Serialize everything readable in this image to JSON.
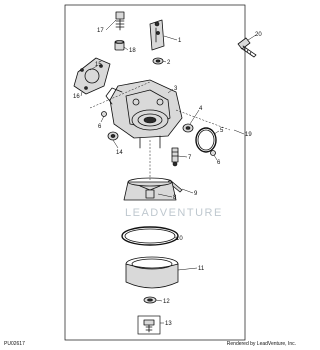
{
  "callouts": [
    {
      "label": "1"
    },
    {
      "label": "2"
    },
    {
      "label": "3"
    },
    {
      "label": "4"
    },
    {
      "label": "5"
    },
    {
      "label": "6"
    },
    {
      "label": "6"
    },
    {
      "label": "7"
    },
    {
      "label": "8"
    },
    {
      "label": "9"
    },
    {
      "label": "10"
    },
    {
      "label": "11"
    },
    {
      "label": "12"
    },
    {
      "label": "13"
    },
    {
      "label": "14"
    },
    {
      "label": "15"
    },
    {
      "label": "16"
    },
    {
      "label": "17"
    },
    {
      "label": "18"
    },
    {
      "label": "19"
    },
    {
      "label": "20"
    }
  ],
  "watermark": "LEADVENTURE",
  "figure_code": "PU02617",
  "credit": "Rendered by LeadVenture, Inc."
}
